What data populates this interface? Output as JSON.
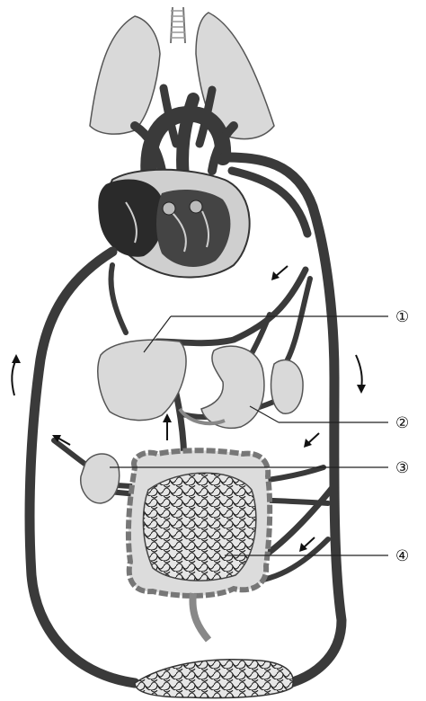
{
  "labels": [
    {
      "id": "1",
      "text": "①"
    },
    {
      "id": "2",
      "text": "②"
    },
    {
      "id": "3",
      "text": "③"
    },
    {
      "id": "4",
      "text": "④"
    }
  ],
  "colors": {
    "vessel": "#3a3a3a",
    "organ": "#bdbdbd",
    "heart_chamber": "#2a2a2a",
    "background": "#ffffff"
  }
}
